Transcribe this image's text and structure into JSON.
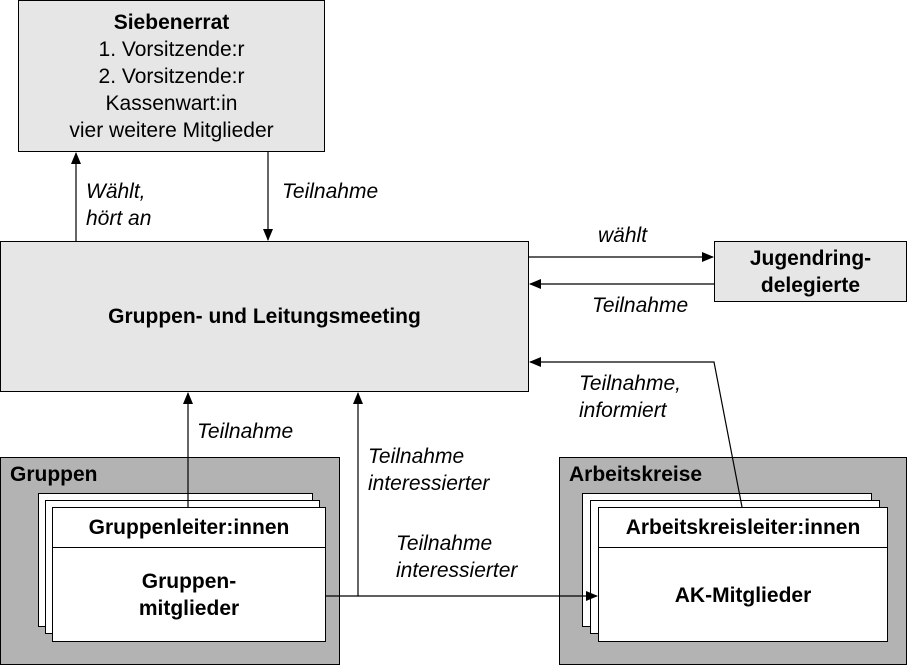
{
  "siebenerrat": {
    "title": "Siebenerrat",
    "lines": [
      "1. Vorsitzende:r",
      "2. Vorsitzende:r",
      "Kassenwart:in",
      "vier weitere Mitglieder"
    ]
  },
  "meeting": {
    "title": "Gruppen- und Leitungsmeeting"
  },
  "jugendring": {
    "line1": "Jugendring-",
    "line2": "delegierte"
  },
  "gruppen": {
    "title": "Gruppen",
    "leaders": "Gruppenleiter:innen",
    "members_line1": "Gruppen-",
    "members_line2": "mitglieder"
  },
  "arbeitskreise": {
    "title": "Arbeitskreise",
    "leaders": "Arbeitskreisleiter:innen",
    "members": "AK-Mitglieder"
  },
  "edge_labels": {
    "waehlt_hoert_line1": "Wählt,",
    "waehlt_hoert_line2": "hört an",
    "teilnahme_siebenerrat": "Teilnahme",
    "waehlt": "wählt",
    "teilnahme_jugendring": "Teilnahme",
    "teilnahme_informiert_line1": "Teilnahme,",
    "teilnahme_informiert_line2": "informiert",
    "teilnahme_gruppen": "Teilnahme",
    "teilnahme_interessierter_a_line1": "Teilnahme",
    "teilnahme_interessierter_a_line2": "interessierter",
    "teilnahme_interessierter_b_line1": "Teilnahme",
    "teilnahme_interessierter_b_line2": "interessierter"
  },
  "colors": {
    "light_box": "#e6e6e6",
    "container": "#b3b3b3",
    "card": "#ffffff",
    "line": "#000000"
  }
}
